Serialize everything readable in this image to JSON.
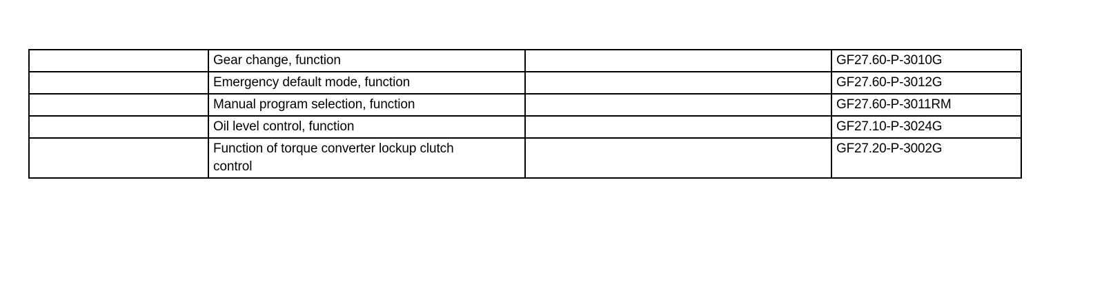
{
  "document": {
    "background_color": "#ffffff",
    "text_color": "#000000",
    "border_color": "#000000"
  },
  "table": {
    "columns": [
      {
        "key": "blank_left",
        "label": "",
        "content": "empty"
      },
      {
        "key": "description",
        "label": "",
        "content": "function description"
      },
      {
        "key": "blank_middle",
        "label": "",
        "content": "empty"
      },
      {
        "key": "document_code",
        "label": "",
        "content": "document reference number"
      }
    ],
    "rows": [
      {
        "blank_left": "",
        "description": "Gear change, function",
        "blank_middle": "",
        "document_code": "GF27.60-P-3010G"
      },
      {
        "blank_left": "",
        "description": "Emergency default mode, function",
        "blank_middle": "",
        "document_code": "GF27.60-P-3012G"
      },
      {
        "blank_left": "",
        "description": "Manual program selection, function",
        "blank_middle": "",
        "document_code": "GF27.60-P-3011RM"
      },
      {
        "blank_left": "",
        "description": "Oil level control, function",
        "blank_middle": "",
        "document_code": "GF27.10-P-3024G"
      },
      {
        "blank_left": "",
        "description": "Function of torque converter lockup clutch\ncontrol",
        "blank_middle": "",
        "document_code": "GF27.20-P-3002G"
      }
    ]
  }
}
